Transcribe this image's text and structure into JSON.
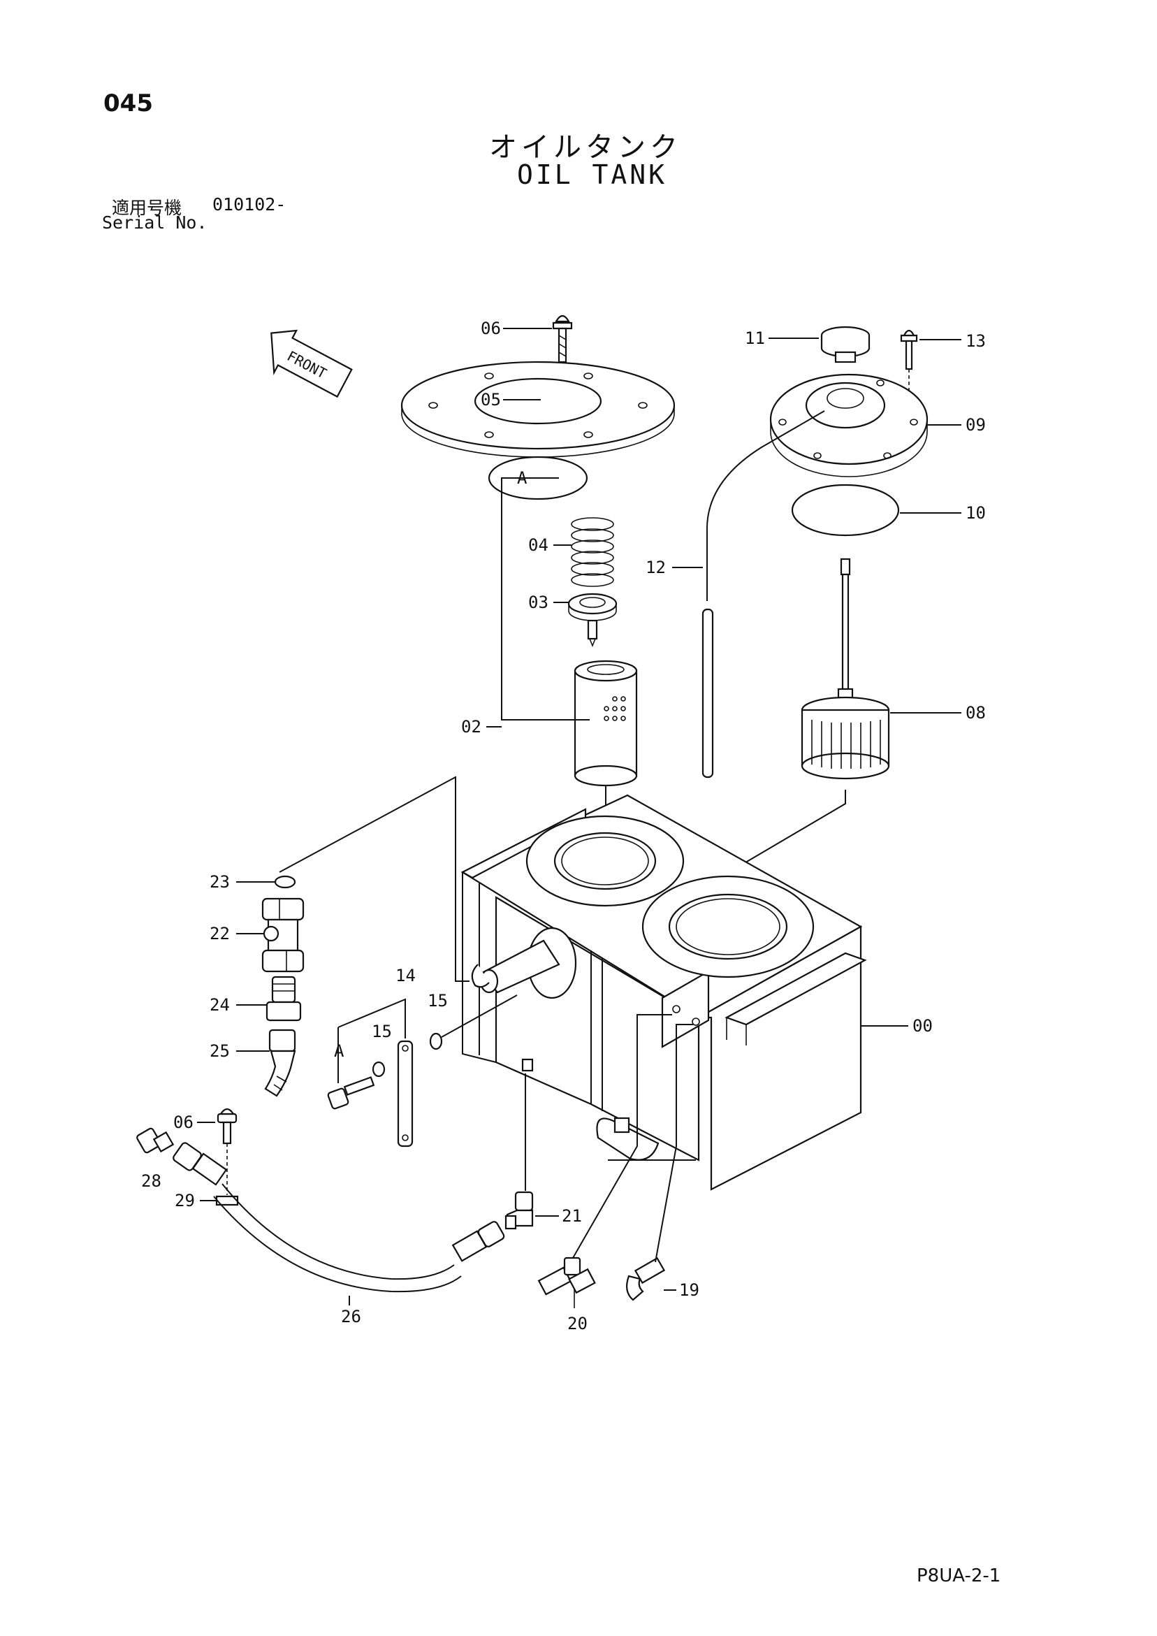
{
  "page_number": "045",
  "title_jp": "オイルタンク",
  "title_en": "OIL TANK",
  "serial_label_jp": "適用号機",
  "serial_value": "010102-",
  "serial_label_en": "Serial No.",
  "front_label": "FRONT",
  "page_code": "P8UA-2-1",
  "callouts": {
    "c06a": "06",
    "c05": "05",
    "cA1": "A",
    "c04": "04",
    "c03": "03",
    "c02": "02",
    "c11": "11",
    "c13": "13",
    "c09": "09",
    "c10": "10",
    "c12": "12",
    "c08": "08",
    "c23": "23",
    "c22": "22",
    "c24": "24",
    "c25": "25",
    "c14": "14",
    "c15a": "15",
    "c15b": "15",
    "cA2": "A",
    "c00": "00",
    "c06b": "06",
    "c28": "28",
    "c29": "29",
    "c21": "21",
    "c26": "26",
    "c20": "20",
    "c19": "19"
  }
}
